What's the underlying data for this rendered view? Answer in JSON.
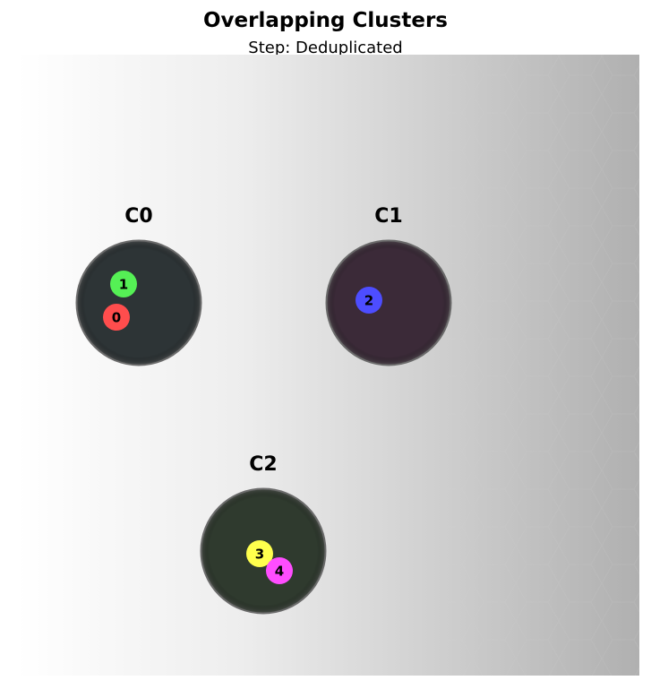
{
  "header": {
    "title": "Overlapping Clusters",
    "subtitle": "Step: Deduplicated"
  },
  "clusters": [
    {
      "label": "C0",
      "fill": "#2d3436",
      "points": [
        {
          "label": "1",
          "color": "#55f055"
        },
        {
          "label": "0",
          "color": "#ff4d4d"
        }
      ]
    },
    {
      "label": "C1",
      "fill": "#3b2a38",
      "points": [
        {
          "label": "2",
          "color": "#4d4dff"
        }
      ]
    },
    {
      "label": "C2",
      "fill": "#2f3a2e",
      "points": [
        {
          "label": "3",
          "color": "#ffff4d"
        },
        {
          "label": "4",
          "color": "#ff4dff"
        }
      ]
    }
  ]
}
